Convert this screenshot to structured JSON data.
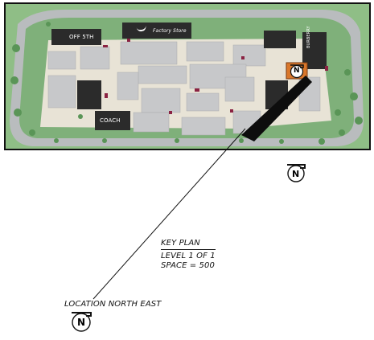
{
  "store_labels": {
    "off_fifth": "OFF 5TH",
    "nike": "Factory Store",
    "coach": "COACH",
    "burberry": "BURBERRY"
  },
  "key_plan": {
    "title": "KEY PLAN",
    "level": "LEVEL 1 OF 1",
    "space": "SPACE = 500"
  },
  "location_label": "LOCATION  NORTH EAST",
  "compass_letter": "N",
  "icons": {
    "compass": "north-arrow-icon",
    "nike": "swoosh-icon"
  },
  "colors": {
    "highlight": "#d9772b",
    "building": "#2b2b2b",
    "concourse": "#e8e3d6",
    "store": "#c7c8ca",
    "green": "#6fa56c",
    "road": "#b9bcbe",
    "frame": "#111111"
  }
}
